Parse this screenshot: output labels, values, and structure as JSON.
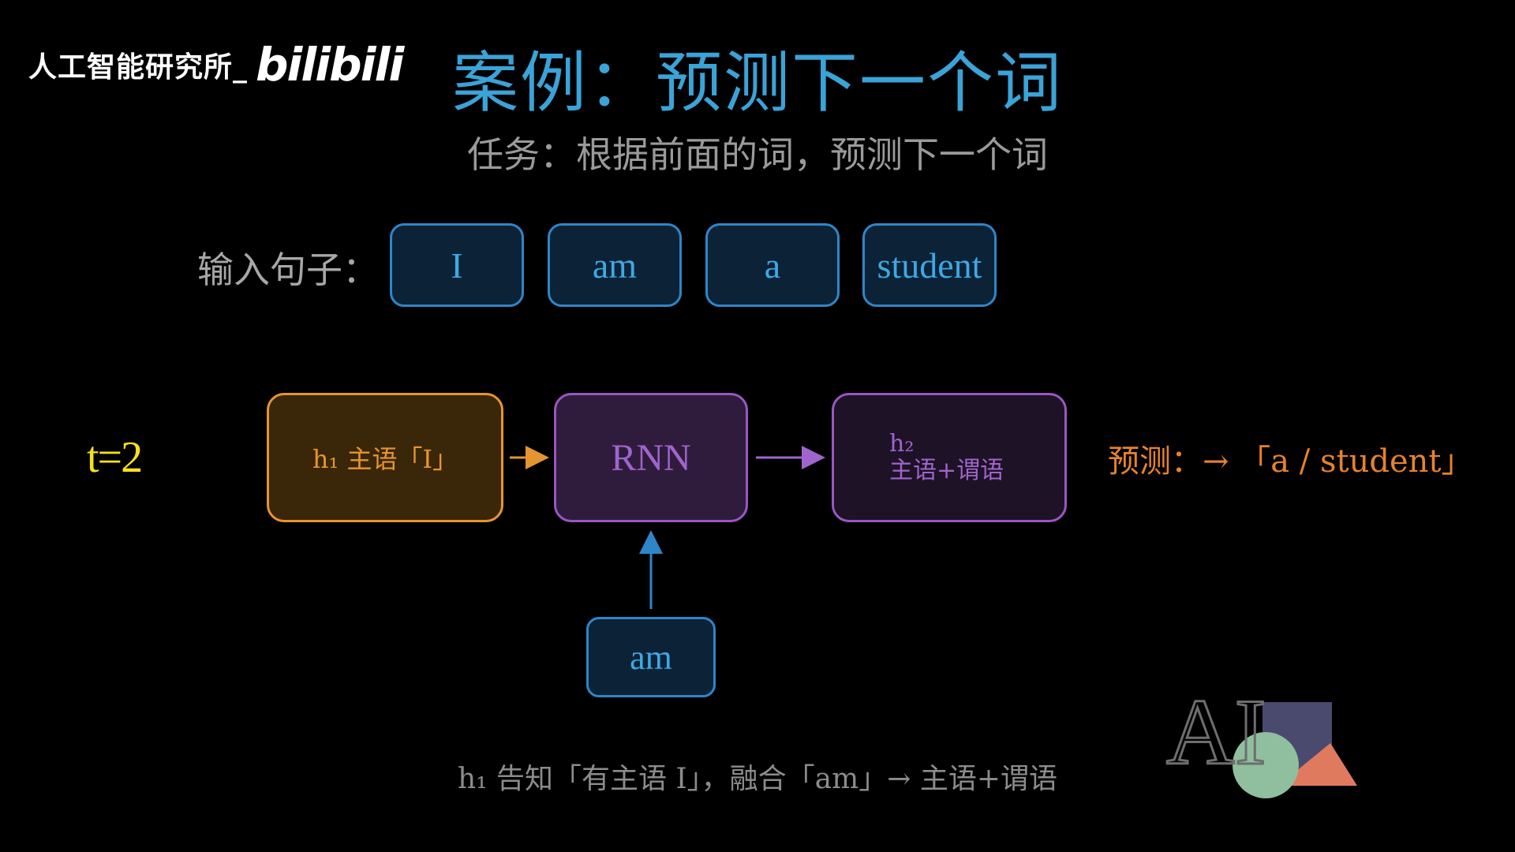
{
  "watermark": {
    "text": "人工智能研究所_",
    "logo": "bilibili"
  },
  "title": "案例：预测下一个词",
  "subtitle": "任务：根据前面的词，预测下一个词",
  "input": {
    "label": "输入句子：",
    "tokens": [
      "I",
      "am",
      "a",
      "student"
    ]
  },
  "timestep": "t=2",
  "diagram": {
    "h1_box": "h₁  主语「I」",
    "rnn_box": "RNN",
    "h2_box": {
      "line1": "h₂",
      "line2": "主语+谓语"
    },
    "input_word": "am",
    "prediction": "预测：→ 「a / student」"
  },
  "note": "h₁ 告知「有主语 I」，融合「am」→ 主语+谓语",
  "logo": {
    "text": "AI"
  },
  "colors": {
    "title": "#3aa3d8",
    "token_border": "#2e86c8",
    "hidden_state": "#e59530",
    "rnn": "#9a56c2",
    "timestep": "#f5e21a",
    "prediction": "#e8822c"
  }
}
